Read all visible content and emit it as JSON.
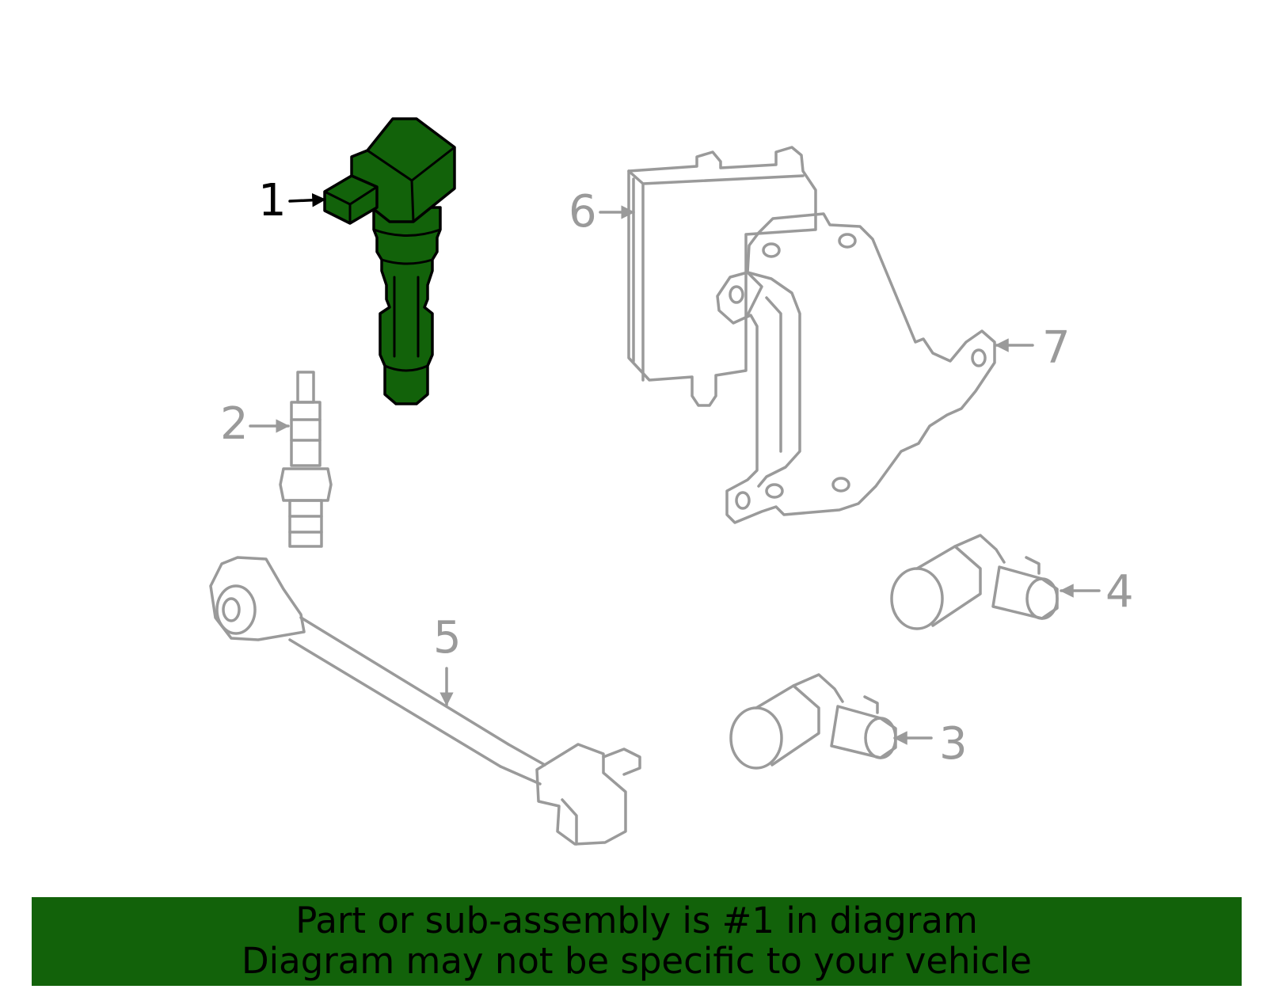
{
  "colors": {
    "highlight_fill": "#12620a",
    "part_outline": "#9a9a9a",
    "highlight_outline": "#000000",
    "banner_background": "#12620a",
    "banner_text": "#000000"
  },
  "callouts": {
    "c1": "1",
    "c2": "2",
    "c3": "3",
    "c4": "4",
    "c5": "5",
    "c6": "6",
    "c7": "7"
  },
  "highlighted_callout": "1",
  "banner": {
    "line1": "Part or sub-assembly is #1 in diagram",
    "line2": "Diagram may not be specific to your vehicle"
  }
}
